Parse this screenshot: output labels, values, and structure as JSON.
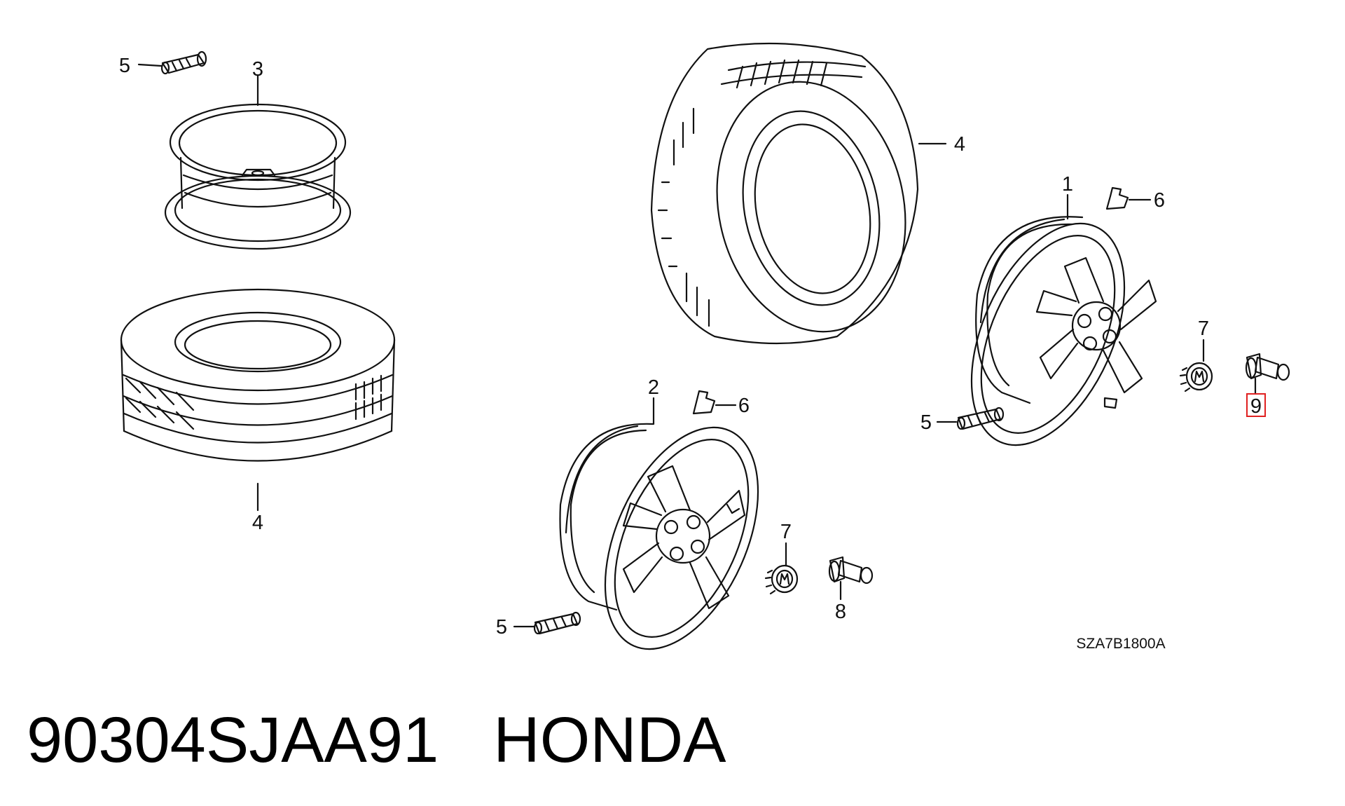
{
  "diagram": {
    "drawing_code": "SZA7B1800A",
    "callouts": [
      {
        "id": "c5a",
        "label": "5"
      },
      {
        "id": "c3",
        "label": "3"
      },
      {
        "id": "c4a",
        "label": "4"
      },
      {
        "id": "c4b",
        "label": "4"
      },
      {
        "id": "c1",
        "label": "1"
      },
      {
        "id": "c6a",
        "label": "6"
      },
      {
        "id": "c7a",
        "label": "7"
      },
      {
        "id": "c9",
        "label": "9",
        "highlighted": true
      },
      {
        "id": "c5b",
        "label": "5"
      },
      {
        "id": "c2",
        "label": "2"
      },
      {
        "id": "c6b",
        "label": "6"
      },
      {
        "id": "c7b",
        "label": "7"
      },
      {
        "id": "c8",
        "label": "8"
      },
      {
        "id": "c5c",
        "label": "5"
      }
    ],
    "highlight_color": "#e02020",
    "line_color": "#111111"
  },
  "footer": {
    "part_number": "90304SJAA91",
    "brand": "HONDA"
  }
}
